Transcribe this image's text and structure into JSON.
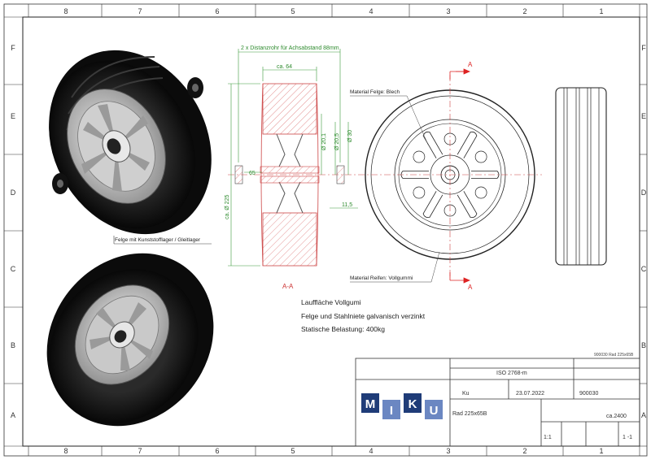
{
  "frame": {
    "col_labels": [
      "8",
      "7",
      "6",
      "5",
      "4",
      "3",
      "2",
      "1"
    ],
    "row_labels": [
      "F",
      "E",
      "D",
      "C",
      "B",
      "A"
    ]
  },
  "section": {
    "spacer_note": "2 x Distanzrohr für Achsabstand 88mm",
    "dim_width": "ca. 64",
    "dim_bore_outer": "Ø 20,5",
    "dim_tube": "Ø 20,1",
    "dim_hub": "Ø 30",
    "dim_65": "65",
    "dim_115": "11,5",
    "dim_diameter": "ca. Ø 225",
    "label": "A-A"
  },
  "front_view": {
    "material_rim": "Material Felge: Blech",
    "material_tyre": "Material Reifen: Vollgummi",
    "section_marker": "A"
  },
  "iso_view": {
    "rim_note": "Felge mit Kunststofflager / Gleitlager"
  },
  "notes": [
    "Lauffläche Vollgumi",
    "Felge und Stahlniete galvanisch verzinkt",
    "Statische Belastung: 400kg"
  ],
  "title_block": {
    "small_ref": "900030 Rad 225x65B",
    "standard": "ISO 2768-m",
    "author": "Ku",
    "date": "23.07.2022",
    "number": "900030",
    "title": "Rad 225x65B",
    "weight": "ca.2400",
    "scale": "1:1",
    "sheet": "1 -1",
    "logo_letters": [
      "M",
      "I",
      "K",
      "U"
    ],
    "logo_colors": [
      "#1f3c78",
      "#6b87c2",
      "#1f3c78",
      "#6b87c2"
    ]
  }
}
